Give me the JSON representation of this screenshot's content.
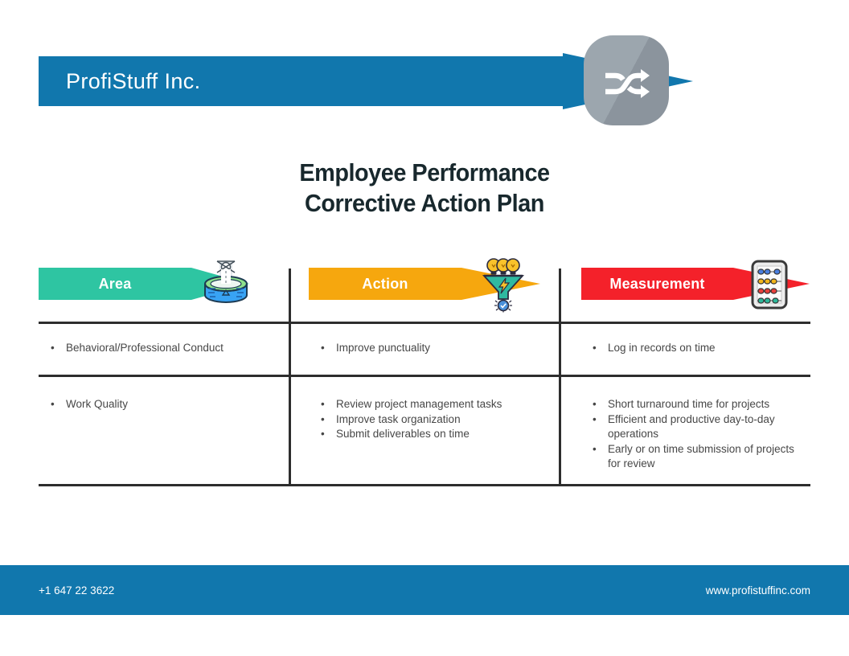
{
  "header": {
    "company_name": "ProfiStuff Inc.",
    "logo_icon": "shuffle-icon"
  },
  "title": {
    "line1": "Employee Performance",
    "line2": "Corrective Action Plan"
  },
  "colors": {
    "brand_blue": "#1177ad",
    "area_teal": "#2ec5a2",
    "action_orange": "#f6a70e",
    "measurement_red": "#f4212a",
    "grid_line": "#2d2d2d",
    "body_text": "#474747",
    "title_text": "#18282d"
  },
  "table": {
    "columns": [
      {
        "label": "Area",
        "color": "#2ec5a2",
        "icon": "drill-site-icon"
      },
      {
        "label": "Action",
        "color": "#f6a70e",
        "icon": "idea-funnel-icon"
      },
      {
        "label": "Measurement",
        "color": "#f4212a",
        "icon": "abacus-icon"
      }
    ],
    "rows": [
      {
        "area": [
          "Behavioral/Professional Conduct"
        ],
        "action": [
          "Improve punctuality"
        ],
        "measurement": [
          "Log in records on time"
        ]
      },
      {
        "area": [
          "Work Quality"
        ],
        "action": [
          "Review project management tasks",
          "Improve task organization",
          "Submit deliverables on time"
        ],
        "measurement": [
          "Short turnaround time for projects",
          "Efficient and productive day-to-day operations",
          "Early or on time submission of projects for review"
        ]
      }
    ]
  },
  "footer": {
    "phone": "+1 647 22 3622",
    "website": "www.profistuffinc.com"
  }
}
